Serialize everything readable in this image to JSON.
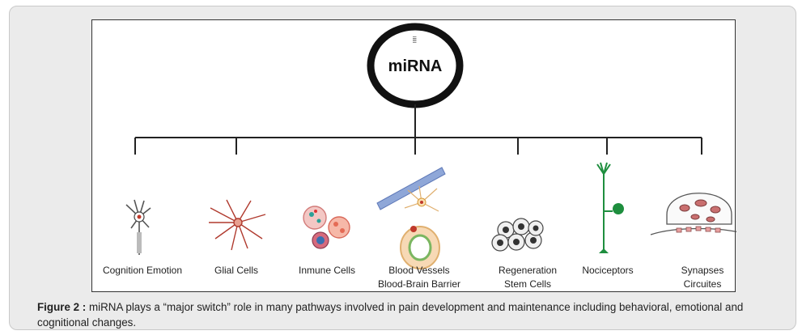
{
  "root": {
    "label": "miRNA",
    "ring_text": "IIIII"
  },
  "nodes": [
    {
      "lines": [
        "Cognition Emotion"
      ],
      "icon": "neuron-icon"
    },
    {
      "lines": [
        "Glial Cells"
      ],
      "icon": "astrocyte-icon"
    },
    {
      "lines": [
        "Inmune Cells"
      ],
      "icon": "immune-cells-icon"
    },
    {
      "lines": [
        "Blood Vessels",
        "Blood-Brain Barrier"
      ],
      "icon": "blood-vessel-icon"
    },
    {
      "lines": [
        "Regeneration",
        "Stem Cells"
      ],
      "icon": "stem-cells-icon"
    },
    {
      "lines": [
        "Nociceptors"
      ],
      "icon": "nociceptor-icon"
    },
    {
      "lines": [
        "Synapses",
        "Circuites"
      ],
      "icon": "synapse-icon"
    }
  ],
  "caption": {
    "label": "Figure 2 :",
    "text": "miRNA plays a “major switch” role in many pathways involved in pain development and maintenance including behavioral, emotional and cognitional changes."
  },
  "colors": {
    "panel": "#ebebeb",
    "line": "#222222",
    "neuron_red": "#c0392b",
    "glial": "#b03a2e",
    "vessel_blue": "#8fa7d8",
    "green": "#1e8e3e"
  }
}
